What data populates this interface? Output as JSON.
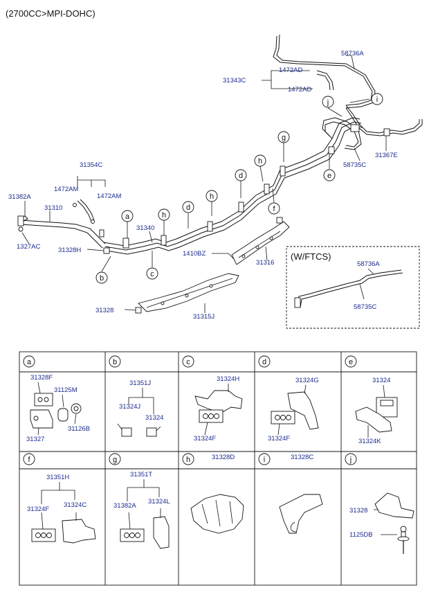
{
  "title": "(2700CC>MPI-DOHC)",
  "wftcs_label": "(W/FTCS)",
  "main_parts": [
    {
      "id": "p58736A",
      "label": "58736A"
    },
    {
      "id": "p1472AD_1",
      "label": "1472AD"
    },
    {
      "id": "p31343C",
      "label": "31343C"
    },
    {
      "id": "p1472AD_2",
      "label": "1472AD"
    },
    {
      "id": "p31367E",
      "label": "31367E"
    },
    {
      "id": "p58735C",
      "label": "58735C"
    },
    {
      "id": "p31354C",
      "label": "31354C"
    },
    {
      "id": "p1472AM_1",
      "label": "1472AM"
    },
    {
      "id": "p1472AM_2",
      "label": "1472AM"
    },
    {
      "id": "p31382A",
      "label": "31382A"
    },
    {
      "id": "p31310",
      "label": "31310"
    },
    {
      "id": "p1327AC",
      "label": "1327AC"
    },
    {
      "id": "p31328H",
      "label": "31328H"
    },
    {
      "id": "p31340",
      "label": "31340"
    },
    {
      "id": "p1410BZ",
      "label": "1410BZ"
    },
    {
      "id": "p31316",
      "label": "31316"
    },
    {
      "id": "p31328",
      "label": "31328"
    },
    {
      "id": "p31315J",
      "label": "31315J"
    },
    {
      "id": "p58736A_w",
      "label": "58736A"
    },
    {
      "id": "p58735C_w",
      "label": "58735C"
    }
  ],
  "callouts": [
    "a",
    "b",
    "c",
    "d",
    "e",
    "f",
    "g",
    "h",
    "i",
    "j"
  ],
  "cells": [
    {
      "letter": "a",
      "labels": [
        "31328F",
        "31125M",
        "31327",
        "31126B"
      ]
    },
    {
      "letter": "b",
      "labels": [
        "31351J",
        "31324J",
        "31324"
      ]
    },
    {
      "letter": "c",
      "labels": [
        "31324H",
        "31324F"
      ]
    },
    {
      "letter": "d",
      "labels": [
        "31324G",
        "31324F"
      ]
    },
    {
      "letter": "e",
      "labels": [
        "31324",
        "31324K"
      ]
    },
    {
      "letter": "f",
      "labels": [
        "31351H",
        "31324F",
        "31324C"
      ]
    },
    {
      "letter": "g",
      "labels": [
        "31351T",
        "31382A",
        "31324L"
      ]
    },
    {
      "letter": "h",
      "labels": [
        "31328D"
      ]
    },
    {
      "letter": "i",
      "labels": [
        "31328C"
      ]
    },
    {
      "letter": "j",
      "labels": [
        "31328",
        "1125DB"
      ]
    }
  ]
}
